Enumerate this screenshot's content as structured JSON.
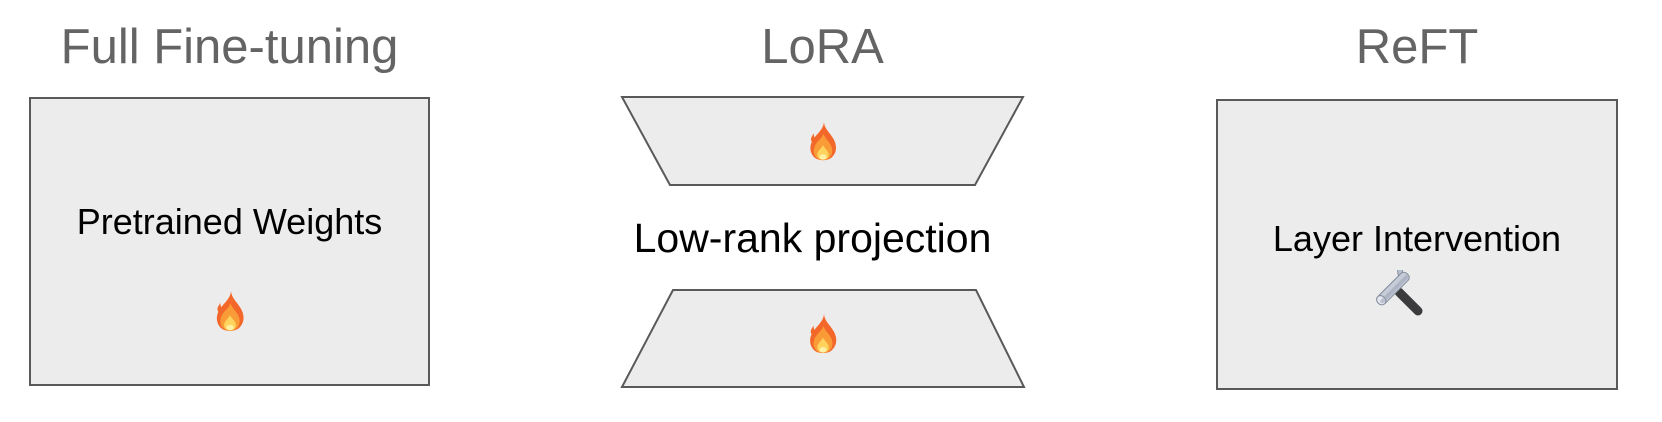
{
  "figure": {
    "description": "Comparison of parameter-efficient fine-tuning approaches"
  },
  "colors": {
    "background": "#ffffff",
    "title_text": "#646464",
    "label_text": "#000000",
    "shape_fill": "#ececec",
    "shape_border": "#595959"
  },
  "panels": [
    {
      "id": "full-fine-tuning",
      "title": "Full Fine-tuning",
      "box": {
        "shape": "rectangle",
        "label": "Pretrained Weights",
        "icon": {
          "name": "fire-icon",
          "emoji": "🔥"
        }
      }
    },
    {
      "id": "lora",
      "title": "LoRA",
      "top_shape": {
        "shape": "trapezoid-narrowing-down",
        "icon": {
          "name": "fire-icon",
          "emoji": "🔥"
        }
      },
      "label": "Low-rank projection",
      "bottom_shape": {
        "shape": "trapezoid-widening-down",
        "icon": {
          "name": "fire-icon",
          "emoji": "🔥"
        }
      }
    },
    {
      "id": "reft",
      "title": "ReFT",
      "box": {
        "shape": "rectangle",
        "label": "Layer Intervention",
        "icon": {
          "name": "hammer-icon",
          "emoji": "🔨"
        }
      }
    }
  ]
}
